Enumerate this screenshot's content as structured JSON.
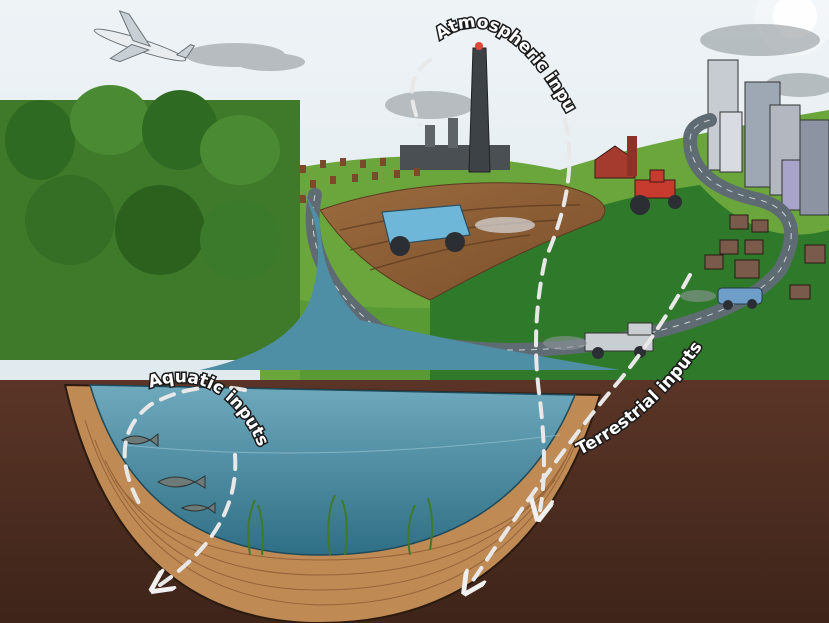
{
  "labels": {
    "atmospheric": "Atmospheric inputs",
    "aquatic": "Aquatic inputs",
    "terrestrial": "Terrestrial inputs"
  },
  "icons": [
    "airplane-icon",
    "smokestack-icon",
    "dump-truck-icon",
    "tractor-icon",
    "pickup-truck-icon",
    "car-icon",
    "fish-icon",
    "sun-icon"
  ],
  "colors": {
    "sky": "#dfeaf0",
    "forest": "#3f7a2a",
    "grass": "#5a9a35",
    "water": "#4f8fa5",
    "soil": "#4a2b20",
    "sediment": "#c08a55",
    "road": "#5f6b72",
    "arrow": "#e8e8e8"
  }
}
